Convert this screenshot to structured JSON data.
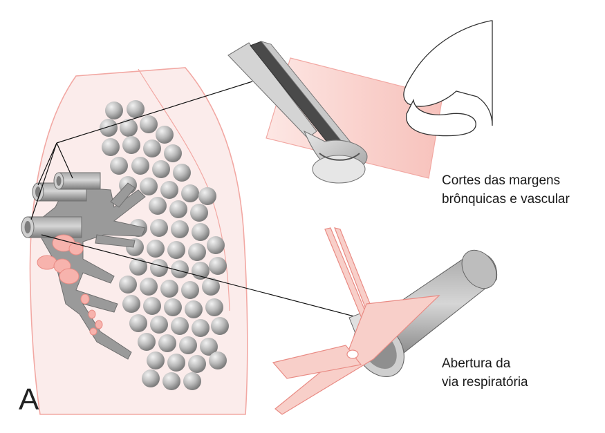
{
  "panel_letter": "A",
  "captions": {
    "bronchial": {
      "line1": "Cortes das margens",
      "line2": "brônquicas e vascular"
    },
    "airway": {
      "line1": "Abertura da",
      "line2": "via respiratória"
    }
  },
  "colors": {
    "lung_outline": "#f2a8a3",
    "lung_fill": "#fbe9e7",
    "tumor_pink": "#f7b3ad",
    "tissue_pink": "#f9d2cd",
    "alveoli_gray": "#bdbdbd",
    "airway_gray": "#9a9a9a",
    "scissors_pink": "#f8cfc9",
    "line_black": "#111111"
  },
  "icons": [
    "forceps-icon",
    "hand-icon",
    "scissors-icon",
    "airway-tube-icon"
  ]
}
